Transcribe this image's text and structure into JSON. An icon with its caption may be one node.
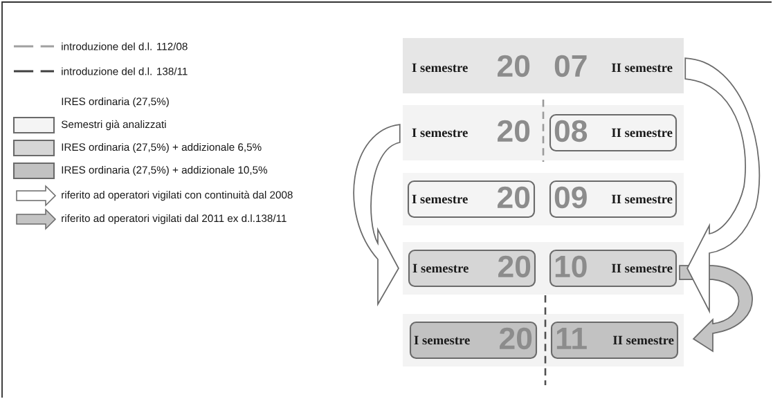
{
  "diagram": {
    "nodes": [
      {
        "text": [
          "I semestre"
        ]
      },
      {
        "text": [
          "II semestre"
        ]
      },
      {
        "text": [
          "I semestre"
        ]
      },
      {
        "text": [
          "II semestre"
        ]
      },
      {
        "text": [
          "I semestre"
        ]
      },
      {
        "text": [
          "II semestre"
        ]
      },
      {
        "text": [
          "I semestre"
        ]
      },
      {
        "text": [
          "II semestre"
        ]
      },
      {
        "text": [
          "I semestre"
        ]
      },
      {
        "text": [
          "II semestre"
        ]
      }
    ],
    "edges": [
      {
        "from": 1,
        "to": 7,
        "arrow": "to"
      },
      {
        "from": 2,
        "to": 6,
        "arrow": "to"
      },
      {
        "from": 7,
        "to": 9,
        "arrow": "to",
        "color": "#c4c4c4"
      }
    ],
    "labels": [
      "20",
      "07",
      "20",
      "08",
      "20",
      "09",
      "20",
      "10",
      "20",
      "11"
    ],
    "legend": [
      {
        "text": "introduzione del d.l. 112/08"
      },
      {
        "text": "introduzione del d.l. 138/11"
      },
      {
        "text": "IRES ordinaria (27,5%)"
      },
      {
        "text": "Semestri già analizzati",
        "color": "#f4f4f4"
      },
      {
        "text": "IRES ordinaria (27,5%) + addizionale 6,5%",
        "color": "#d6d6d6"
      },
      {
        "text": "IRES ordinaria (27,5%) + addizionale 10,5%",
        "color": "#c2c2c2"
      },
      {
        "text": "riferito ad operatori vigilati con continuità dal 2008"
      },
      {
        "text": "riferito ad operatori vigilati dal 2011 ex d.l.138/11"
      }
    ]
  }
}
